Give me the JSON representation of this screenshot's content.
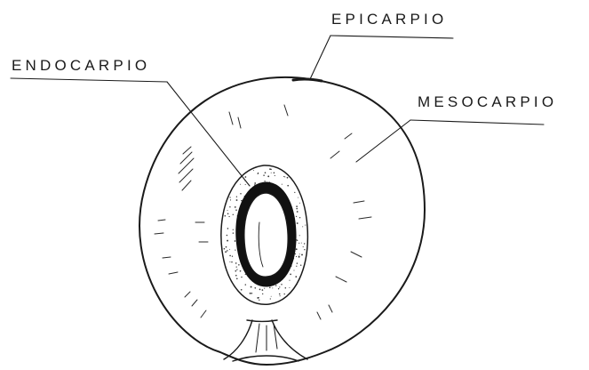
{
  "labels": {
    "epicarp": "EPICARPIO",
    "endocarp": "ENDOCARPIO",
    "mesocarp": "MESOCARPIO"
  },
  "colors": {
    "ink": "#1a1a1a",
    "background": "#ffffff"
  }
}
